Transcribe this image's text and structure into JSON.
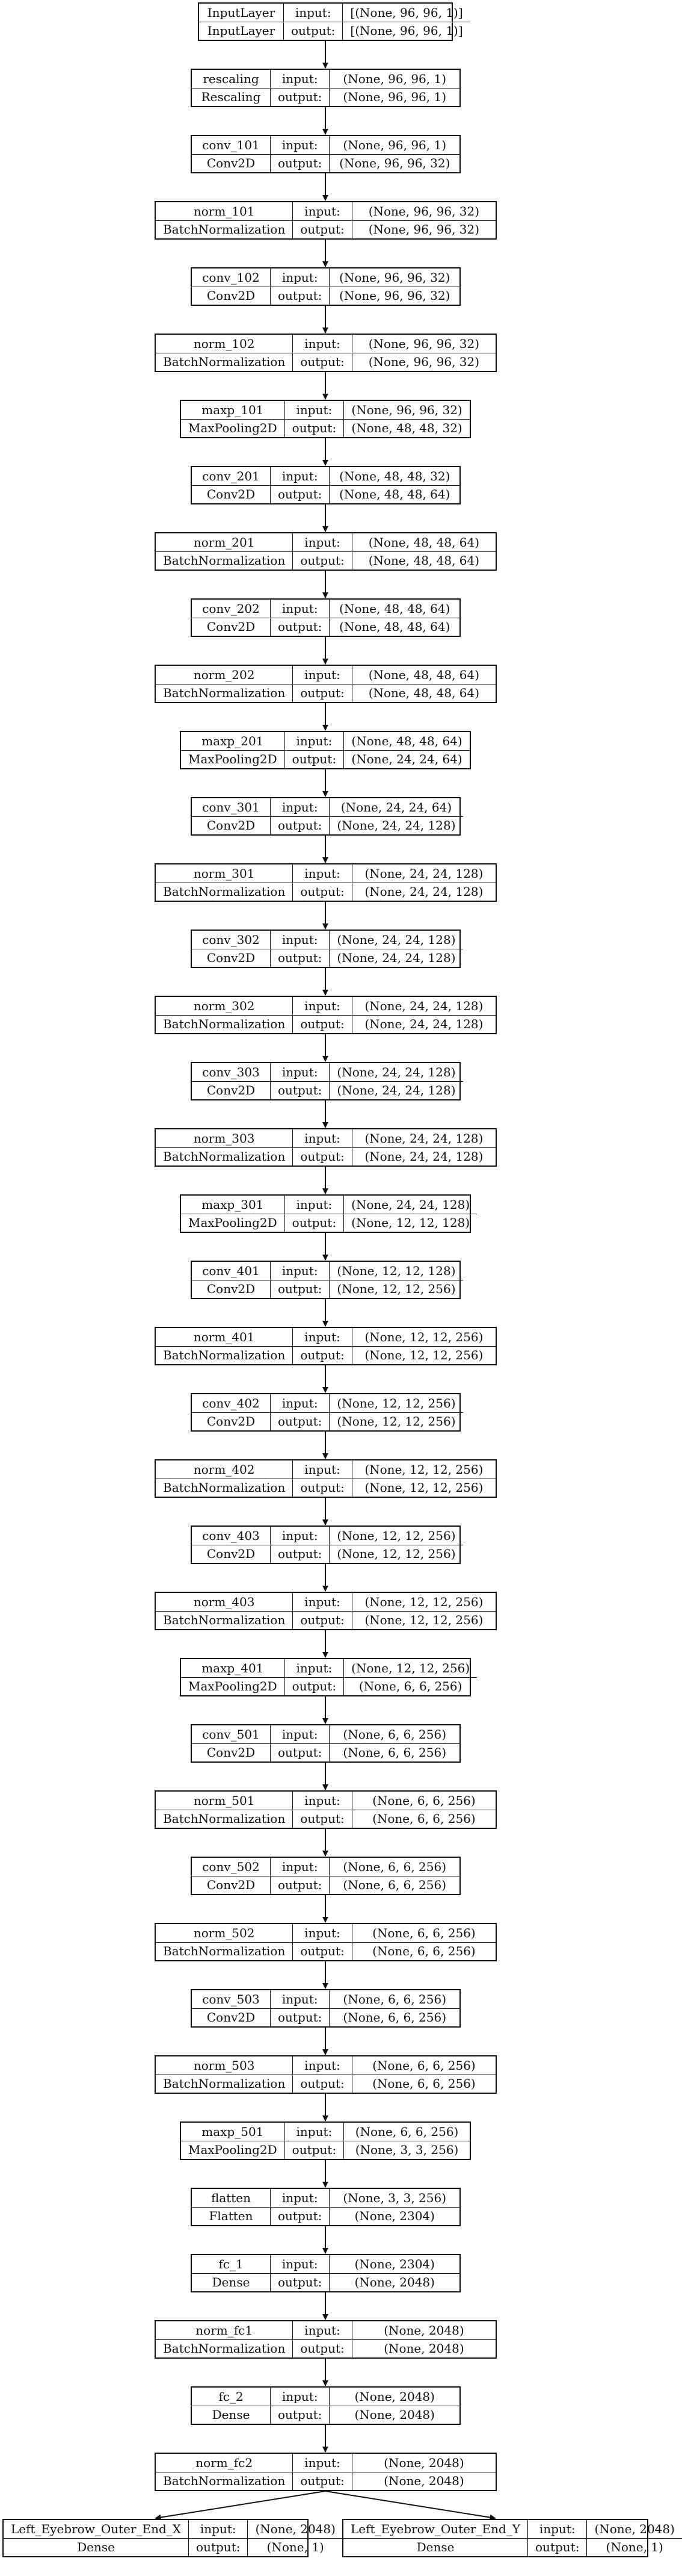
{
  "labels": {
    "input": "input:",
    "output": "output:"
  },
  "layers": [
    {
      "name": "InputLayer",
      "type": "InputLayer",
      "input": "[(None, 96, 96, 1)]",
      "output": "[(None, 96, 96, 1)]"
    },
    {
      "name": "rescaling",
      "type": "Rescaling",
      "input": "(None, 96, 96, 1)",
      "output": "(None, 96, 96, 1)"
    },
    {
      "name": "conv_101",
      "type": "Conv2D",
      "input": "(None, 96, 96, 1)",
      "output": "(None, 96, 96, 32)"
    },
    {
      "name": "norm_101",
      "type": "BatchNormalization",
      "input": "(None, 96, 96, 32)",
      "output": "(None, 96, 96, 32)"
    },
    {
      "name": "conv_102",
      "type": "Conv2D",
      "input": "(None, 96, 96, 32)",
      "output": "(None, 96, 96, 32)"
    },
    {
      "name": "norm_102",
      "type": "BatchNormalization",
      "input": "(None, 96, 96, 32)",
      "output": "(None, 96, 96, 32)"
    },
    {
      "name": "maxp_101",
      "type": "MaxPooling2D",
      "input": "(None, 96, 96, 32)",
      "output": "(None, 48, 48, 32)"
    },
    {
      "name": "conv_201",
      "type": "Conv2D",
      "input": "(None, 48, 48, 32)",
      "output": "(None, 48, 48, 64)"
    },
    {
      "name": "norm_201",
      "type": "BatchNormalization",
      "input": "(None, 48, 48, 64)",
      "output": "(None, 48, 48, 64)"
    },
    {
      "name": "conv_202",
      "type": "Conv2D",
      "input": "(None, 48, 48, 64)",
      "output": "(None, 48, 48, 64)"
    },
    {
      "name": "norm_202",
      "type": "BatchNormalization",
      "input": "(None, 48, 48, 64)",
      "output": "(None, 48, 48, 64)"
    },
    {
      "name": "maxp_201",
      "type": "MaxPooling2D",
      "input": "(None, 48, 48, 64)",
      "output": "(None, 24, 24, 64)"
    },
    {
      "name": "conv_301",
      "type": "Conv2D",
      "input": "(None, 24, 24, 64)",
      "output": "(None, 24, 24, 128)"
    },
    {
      "name": "norm_301",
      "type": "BatchNormalization",
      "input": "(None, 24, 24, 128)",
      "output": "(None, 24, 24, 128)"
    },
    {
      "name": "conv_302",
      "type": "Conv2D",
      "input": "(None, 24, 24, 128)",
      "output": "(None, 24, 24, 128)"
    },
    {
      "name": "norm_302",
      "type": "BatchNormalization",
      "input": "(None, 24, 24, 128)",
      "output": "(None, 24, 24, 128)"
    },
    {
      "name": "conv_303",
      "type": "Conv2D",
      "input": "(None, 24, 24, 128)",
      "output": "(None, 24, 24, 128)"
    },
    {
      "name": "norm_303",
      "type": "BatchNormalization",
      "input": "(None, 24, 24, 128)",
      "output": "(None, 24, 24, 128)"
    },
    {
      "name": "maxp_301",
      "type": "MaxPooling2D",
      "input": "(None, 24, 24, 128)",
      "output": "(None, 12, 12, 128)"
    },
    {
      "name": "conv_401",
      "type": "Conv2D",
      "input": "(None, 12, 12, 128)",
      "output": "(None, 12, 12, 256)"
    },
    {
      "name": "norm_401",
      "type": "BatchNormalization",
      "input": "(None, 12, 12, 256)",
      "output": "(None, 12, 12, 256)"
    },
    {
      "name": "conv_402",
      "type": "Conv2D",
      "input": "(None, 12, 12, 256)",
      "output": "(None, 12, 12, 256)"
    },
    {
      "name": "norm_402",
      "type": "BatchNormalization",
      "input": "(None, 12, 12, 256)",
      "output": "(None, 12, 12, 256)"
    },
    {
      "name": "conv_403",
      "type": "Conv2D",
      "input": "(None, 12, 12, 256)",
      "output": "(None, 12, 12, 256)"
    },
    {
      "name": "norm_403",
      "type": "BatchNormalization",
      "input": "(None, 12, 12, 256)",
      "output": "(None, 12, 12, 256)"
    },
    {
      "name": "maxp_401",
      "type": "MaxPooling2D",
      "input": "(None, 12, 12, 256)",
      "output": "(None, 6, 6, 256)"
    },
    {
      "name": "conv_501",
      "type": "Conv2D",
      "input": "(None, 6, 6, 256)",
      "output": "(None, 6, 6, 256)"
    },
    {
      "name": "norm_501",
      "type": "BatchNormalization",
      "input": "(None, 6, 6, 256)",
      "output": "(None, 6, 6, 256)"
    },
    {
      "name": "conv_502",
      "type": "Conv2D",
      "input": "(None, 6, 6, 256)",
      "output": "(None, 6, 6, 256)"
    },
    {
      "name": "norm_502",
      "type": "BatchNormalization",
      "input": "(None, 6, 6, 256)",
      "output": "(None, 6, 6, 256)"
    },
    {
      "name": "conv_503",
      "type": "Conv2D",
      "input": "(None, 6, 6, 256)",
      "output": "(None, 6, 6, 256)"
    },
    {
      "name": "norm_503",
      "type": "BatchNormalization",
      "input": "(None, 6, 6, 256)",
      "output": "(None, 6, 6, 256)"
    },
    {
      "name": "maxp_501",
      "type": "MaxPooling2D",
      "input": "(None, 6, 6, 256)",
      "output": "(None, 3, 3, 256)"
    },
    {
      "name": "flatten",
      "type": "Flatten",
      "input": "(None, 3, 3, 256)",
      "output": "(None, 2304)"
    },
    {
      "name": "fc_1",
      "type": "Dense",
      "input": "(None, 2304)",
      "output": "(None, 2048)"
    },
    {
      "name": "norm_fc1",
      "type": "BatchNormalization",
      "input": "(None, 2048)",
      "output": "(None, 2048)"
    },
    {
      "name": "fc_2",
      "type": "Dense",
      "input": "(None, 2048)",
      "output": "(None, 2048)"
    },
    {
      "name": "norm_fc2",
      "type": "BatchNormalization",
      "input": "(None, 2048)",
      "output": "(None, 2048)"
    }
  ],
  "outputs": [
    {
      "name": "Left_Eyebrow_Outer_End_X",
      "type": "Dense",
      "input": "(None, 2048)",
      "output": "(None, 1)"
    },
    {
      "name": "Left_Eyebrow_Outer_End_Y",
      "type": "Dense",
      "input": "(None, 2048)",
      "output": "(None, 1)"
    }
  ]
}
